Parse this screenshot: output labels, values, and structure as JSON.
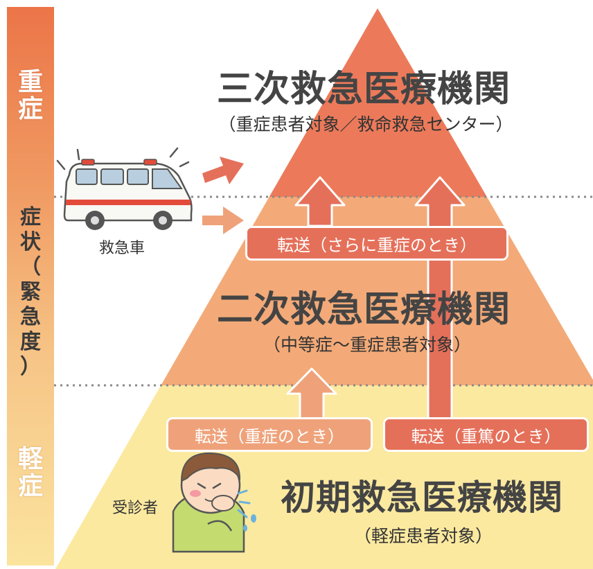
{
  "scale": {
    "top_label": "重\n症",
    "middle_label": "症\n状\n（\n緊\n急\n度\n）",
    "bottom_label": "軽\n症"
  },
  "tiers": {
    "tertiary": {
      "title": "三次救急医療機関",
      "subtitle": "（重症患者対象／救命救急センター）"
    },
    "secondary": {
      "title": "二次救急医療機関",
      "subtitle": "（中等症～重症患者対象）"
    },
    "primary": {
      "title": "初期救急医療機関",
      "subtitle": "（軽症患者対象）"
    }
  },
  "transfers": {
    "upper": "転送（さらに重症のとき）",
    "lower_left": "転送（重症のとき）",
    "lower_right": "転送（重篤のとき）"
  },
  "captions": {
    "ambulance": "救急車",
    "patient": "受診者"
  },
  "colors": {
    "tertiary": "#ec7a5a",
    "secondary": "#f3aa78",
    "primary": "#fbe9a0",
    "arrow_dark": "#e5705a",
    "arrow_light": "#efa27a"
  }
}
